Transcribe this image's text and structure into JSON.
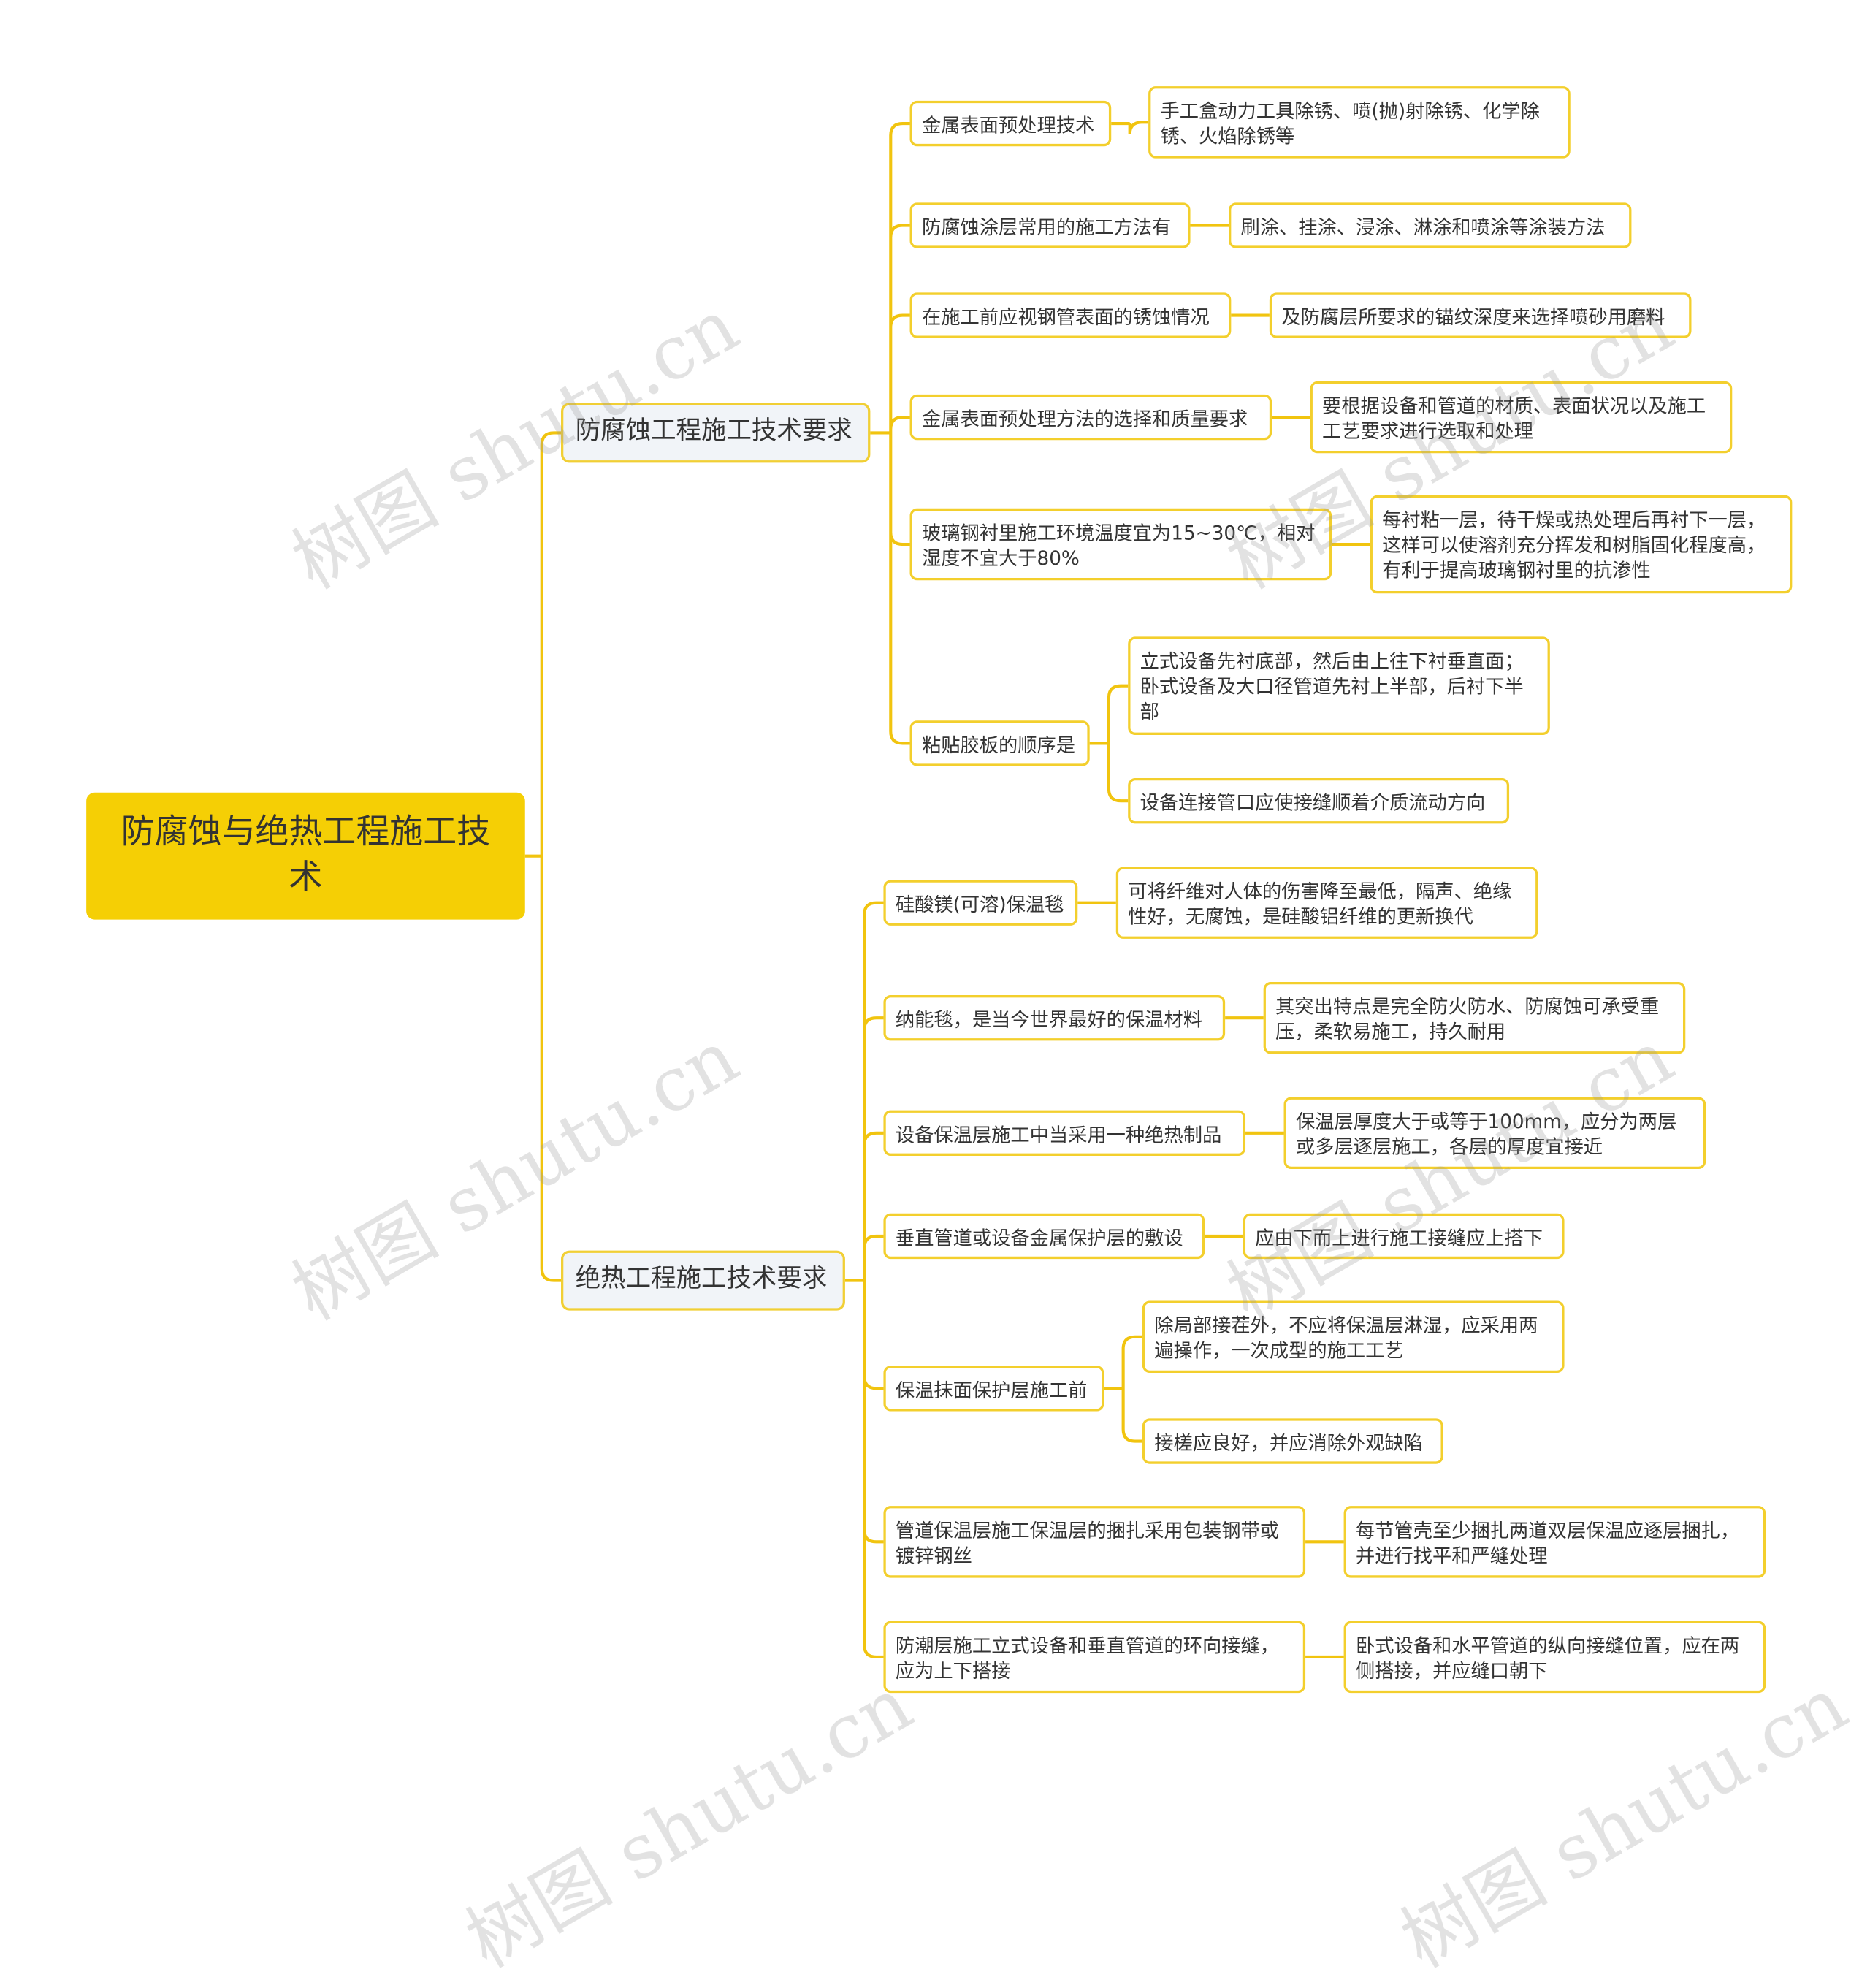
{
  "root": {
    "title": "防腐蚀与绝热工程施工技术"
  },
  "branch1": {
    "label": "防腐蚀工程施工技术要求",
    "items": [
      {
        "label": "金属表面预处理技术",
        "details": [
          "手工盒动力工具除锈、喷(抛)射除锈、化学除锈、火焰除锈等"
        ]
      },
      {
        "label": "防腐蚀涂层常用的施工方法有",
        "details": [
          "刷涂、挂涂、浸涂、淋涂和喷涂等涂装方法"
        ]
      },
      {
        "label": "在施工前应视钢管表面的锈蚀情况",
        "details": [
          "及防腐层所要求的锚纹深度来选择喷砂用磨料"
        ]
      },
      {
        "label": "金属表面预处理方法的选择和质量要求",
        "details": [
          "要根据设备和管道的材质、表面状况以及施工工艺要求进行选取和处理"
        ]
      },
      {
        "label": "玻璃钢衬里施工环境温度宜为15~30℃，相对湿度不宜大于80%",
        "details": [
          "每衬粘一层，待干燥或热处理后再衬下一层，这样可以使溶剂充分挥发和树脂固化程度高，有利于提高玻璃钢衬里的抗渗性"
        ]
      },
      {
        "label": "粘贴胶板的顺序是",
        "details": [
          "立式设备先衬底部，然后由上往下衬垂直面；卧式设备及大口径管道先衬上半部，后衬下半部",
          "设备连接管口应使接缝顺着介质流动方向"
        ]
      }
    ]
  },
  "branch2": {
    "label": "绝热工程施工技术要求",
    "items": [
      {
        "label": "硅酸镁(可溶)保温毯",
        "details": [
          "可将纤维对人体的伤害降至最低，隔声、绝缘性好，无腐蚀，是硅酸铝纤维的更新换代"
        ]
      },
      {
        "label": "纳能毯，是当今世界最好的保温材料",
        "details": [
          "其突出特点是完全防火防水、防腐蚀可承受重压，柔软易施工，持久耐用"
        ]
      },
      {
        "label": "设备保温层施工中当采用一种绝热制品",
        "details": [
          "保温层厚度大于或等于100mm，应分为两层或多层逐层施工，各层的厚度宜接近"
        ]
      },
      {
        "label": "垂直管道或设备金属保护层的敷设",
        "details": [
          "应由下而上进行施工接缝应上搭下"
        ]
      },
      {
        "label": "保温抹面保护层施工前",
        "details": [
          "除局部接茬外，不应将保温层淋湿，应采用两遍操作，一次成型的施工工艺",
          "接槎应良好，并应消除外观缺陷"
        ]
      },
      {
        "label": "管道保温层施工保温层的捆扎采用包装钢带或镀锌钢丝",
        "details": [
          "每节管壳至少捆扎两道双层保温应逐层捆扎，并进行找平和严缝处理"
        ]
      },
      {
        "label": "防潮层施工立式设备和垂直管道的环向接缝，应为上下搭接",
        "details": [
          "卧式设备和水平管道的纵向接缝位置，应在两侧搭接，并应缝口朝下"
        ]
      }
    ]
  },
  "watermark": "树图 shutu.cn",
  "colors": {
    "connector": "#f1c40f",
    "root_fill": "#f5cf05",
    "node_border": "#f3cf2d",
    "branch_fill": "#f1f4f8"
  }
}
